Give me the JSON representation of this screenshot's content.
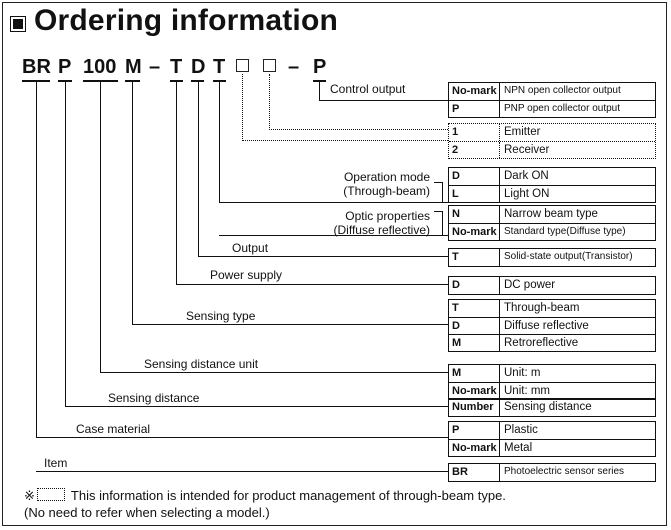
{
  "title": "Ordering information",
  "code": {
    "parts": [
      "BR",
      "P",
      "100",
      "M",
      "–",
      "T",
      "D",
      "T",
      "–",
      "P"
    ]
  },
  "labels": {
    "control_output": "Control output",
    "operation_mode": "Operation mode",
    "operation_mode_sub": "(Through-beam)",
    "optic_properties": "Optic properties",
    "optic_properties_sub": "(Diffuse reflective)",
    "output": "Output",
    "power_supply": "Power supply",
    "sensing_type": "Sensing type",
    "sensing_distance_unit": "Sensing distance unit",
    "sensing_distance": "Sensing distance",
    "case_material": "Case material",
    "item": "Item"
  },
  "tables": {
    "control_output": [
      {
        "k": "No-mark",
        "v": "NPN open collector output"
      },
      {
        "k": "P",
        "v": "PNP open collector output"
      }
    ],
    "emitter_receiver": [
      {
        "k": "1",
        "v": "Emitter"
      },
      {
        "k": "2",
        "v": "Receiver"
      }
    ],
    "operation_mode": [
      {
        "k": "D",
        "v": "Dark ON"
      },
      {
        "k": "L",
        "v": "Light ON"
      }
    ],
    "optic_properties": [
      {
        "k": "N",
        "v": "Narrow beam type"
      },
      {
        "k": "No-mark",
        "v": "Standard type(Diffuse type)"
      }
    ],
    "output": [
      {
        "k": "T",
        "v": "Solid-state output(Transistor)"
      }
    ],
    "power_supply": [
      {
        "k": "D",
        "v": "DC power"
      }
    ],
    "sensing_type": [
      {
        "k": "T",
        "v": "Through-beam"
      },
      {
        "k": "D",
        "v": "Diffuse reflective"
      },
      {
        "k": "M",
        "v": "Retroreflective"
      }
    ],
    "distance_unit": [
      {
        "k": "M",
        "v": "Unit: m"
      },
      {
        "k": "No-mark",
        "v": "Unit: mm"
      }
    ],
    "sensing_distance": [
      {
        "k": "Number",
        "v": "Sensing distance"
      }
    ],
    "case_material": [
      {
        "k": "P",
        "v": "Plastic"
      },
      {
        "k": "No-mark",
        "v": "Metal"
      }
    ],
    "item": [
      {
        "k": "BR",
        "v": "Photoelectric sensor series"
      }
    ]
  },
  "note": {
    "mark": "※",
    "line1": "This information is intended for product management of through-beam type.",
    "line2": "(No need to refer when selecting a model.)"
  }
}
